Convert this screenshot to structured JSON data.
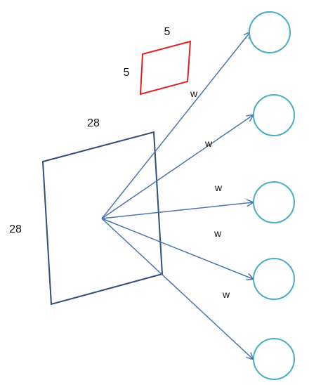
{
  "colors": {
    "input_square": "#2f4f7a",
    "kernel_square": "#e02020",
    "arrows": "#4a74b0",
    "neurons": "#4bacc6",
    "text": "#111111"
  },
  "input": {
    "width_label": "28",
    "height_label": "28"
  },
  "kernel": {
    "width_label": "5",
    "height_label": "5"
  },
  "connections": [
    {
      "weight_label": "w"
    },
    {
      "weight_label": "w"
    },
    {
      "weight_label": "w"
    },
    {
      "weight_label": "w"
    },
    {
      "weight_label": "w"
    }
  ],
  "neuron_count": 5,
  "icons": {
    "arrowhead": "arrowhead-icon",
    "neuron": "neuron-circle-icon"
  }
}
